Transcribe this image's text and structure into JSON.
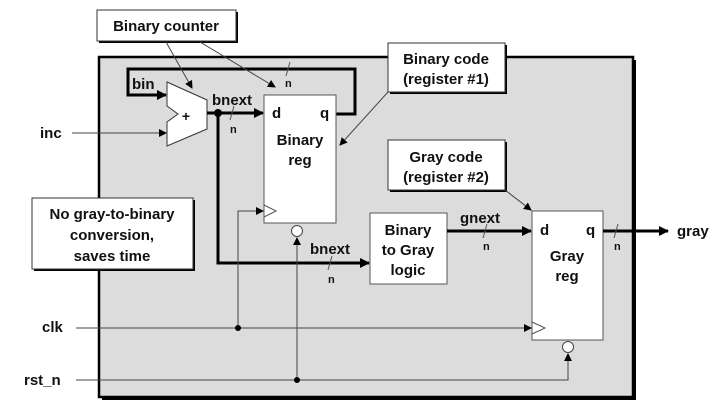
{
  "title": "Gray code counter block diagram",
  "callouts": {
    "binary_counter": "Binary counter",
    "binary_code": [
      "Binary code",
      "(register #1)"
    ],
    "gray_code": [
      "Gray code",
      "(register #2)"
    ],
    "note": [
      "No gray-to-binary",
      "conversion,",
      "saves time"
    ]
  },
  "adder": {
    "symbol": "+"
  },
  "binary_reg": {
    "d": "d",
    "q": "q",
    "name": [
      "Binary",
      "reg"
    ]
  },
  "gray_reg": {
    "d": "d",
    "q": "q",
    "name": [
      "Gray",
      "reg"
    ]
  },
  "b2g": {
    "name": [
      "Binary",
      "to Gray",
      "logic"
    ]
  },
  "signals": {
    "bin": "bin",
    "bnext": "bnext",
    "bnext2": "bnext",
    "gnext": "gnext",
    "inc": "inc",
    "clk": "clk",
    "rst_n": "rst_n",
    "gray": "gray",
    "width": "n"
  },
  "colors": {
    "module_fill": "#dcdcdc",
    "block_fill": "#ffffff",
    "wire": "#000000",
    "thin_wire": "#444444"
  }
}
